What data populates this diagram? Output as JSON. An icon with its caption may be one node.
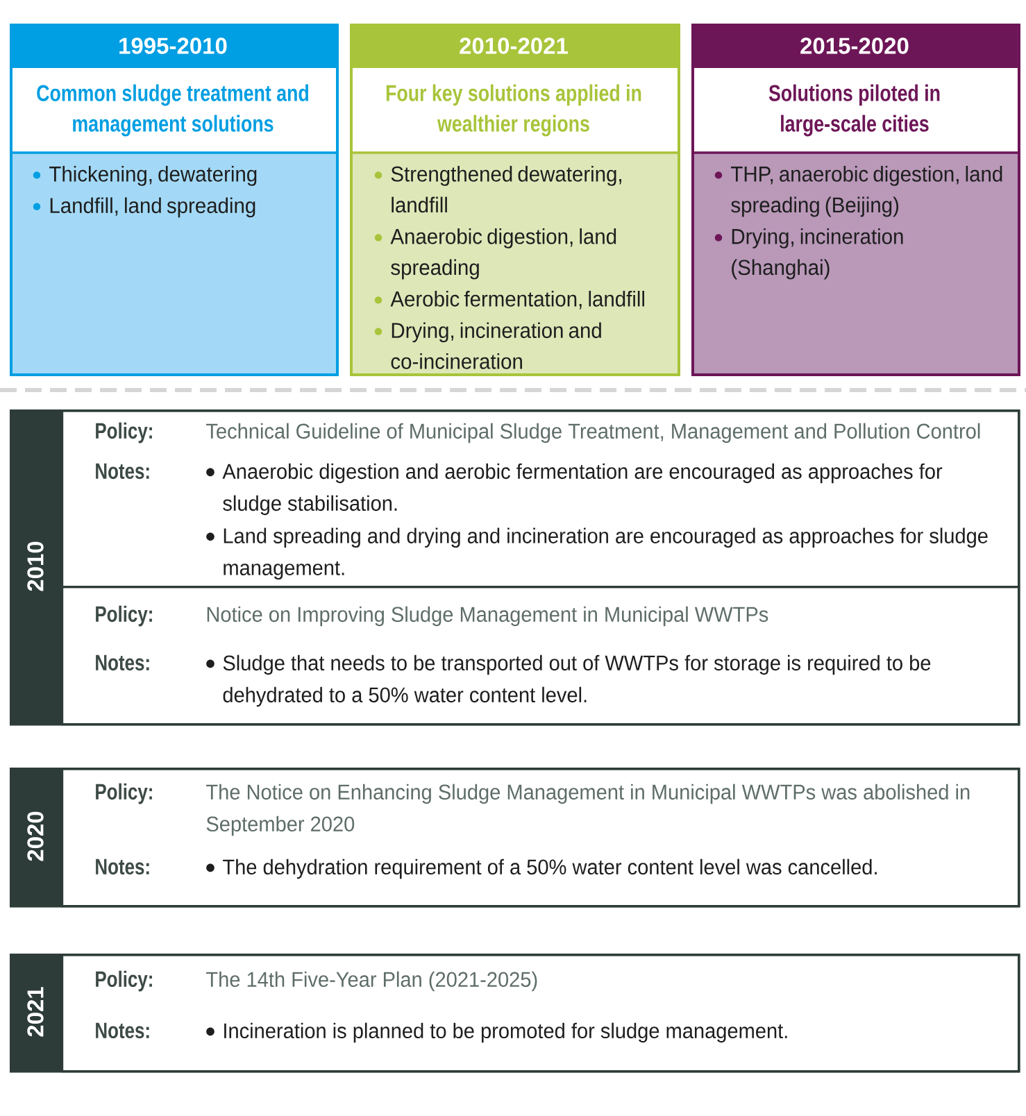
{
  "diagram": {
    "nodes": [
      {
        "text": [
          "1995-2010",
          "Common sludge treatment and management solutions",
          "Thickening, dewatering",
          "Landfill, land spreading"
        ]
      },
      {
        "text": [
          "2010-2021",
          "Four key solutions applied in wealthier regions",
          "Strengthened dewatering, landfill",
          "Anaerobic digestion, land spreading",
          "Aerobic fermentation, landfill",
          "Drying, incineration and co-incineration"
        ]
      },
      {
        "text": [
          "2015-2020",
          "Solutions piloted in large-scale cities",
          "THP, anaerobic digestion, land spreading (Beijing)",
          "Drying, incineration (Shanghai)"
        ]
      },
      {
        "text": [
          "2010"
        ]
      },
      {
        "text": [
          "Policy:",
          "Technical Guideline of Municipal Sludge Treatment, Management and Pollution Control",
          "Notes:",
          "Anaerobic digestion and aerobic fermentation are encouraged as approaches for sludge stabilisation.",
          "Land spreading and drying and incineration are encouraged as approaches for sludge management."
        ],
        "in": 3
      },
      {
        "text": [
          "Policy:",
          "Notice on Improving Sludge Management in Municipal WWTPs",
          "Notes:",
          "Sludge that needs to be transported out of WWTPs for storage is required to be dehydrated to a 50% water content level."
        ],
        "in": 3
      },
      {
        "text": [
          "2020"
        ]
      },
      {
        "text": [
          "Policy:",
          "The Notice on Enhancing Sludge Management in Municipal WWTPs was abolished in September 2020",
          "Notes:",
          "The dehydration requirement of a 50% water content level was cancelled."
        ],
        "in": 6
      },
      {
        "text": [
          "2021"
        ]
      },
      {
        "text": [
          "Policy:",
          "The 14th Five-Year Plan (2021-2025)",
          "Notes:",
          "Incineration is planned to be promoted for sludge management."
        ],
        "in": 8
      }
    ]
  }
}
